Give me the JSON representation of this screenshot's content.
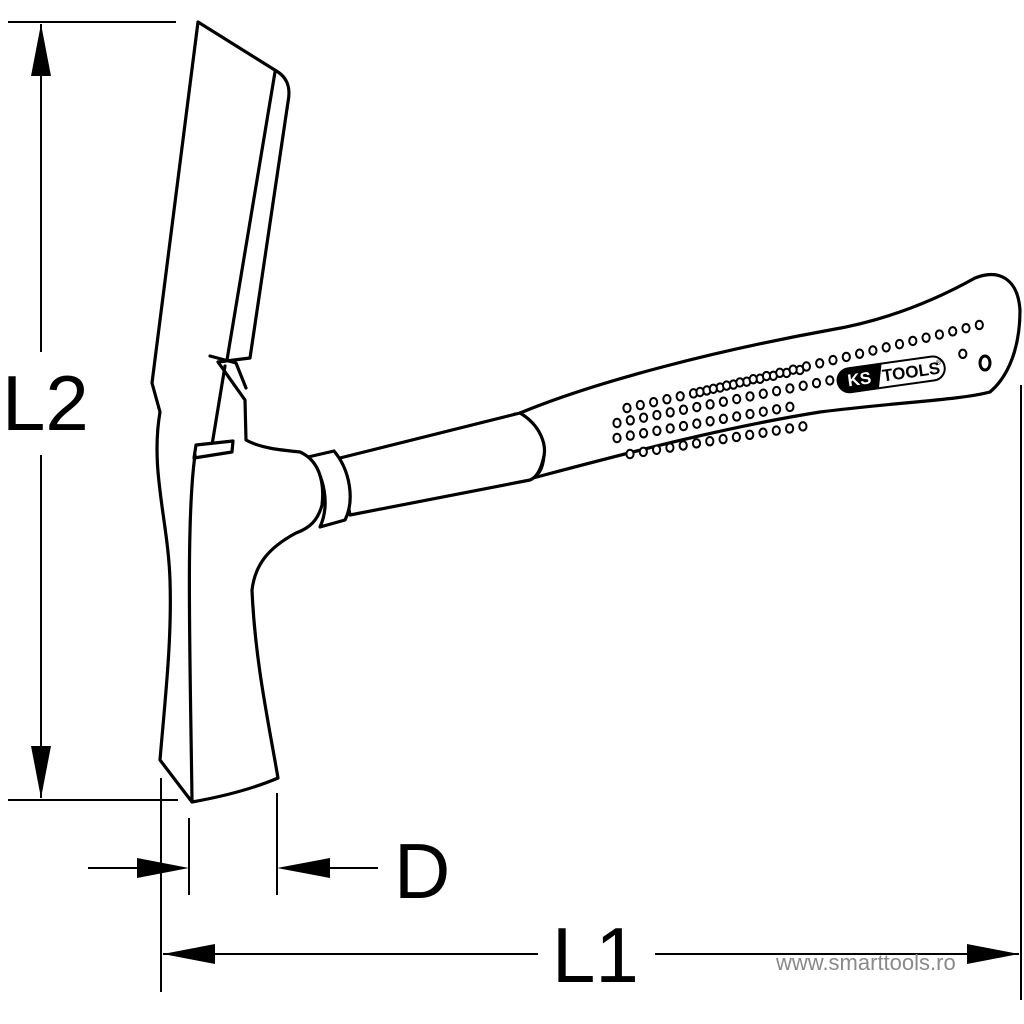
{
  "diagram": {
    "subject": "Bricklayer's hammer technical dimension drawing",
    "dimensions": {
      "l2_label": "L2",
      "l1_label": "L1",
      "d_label": "D"
    },
    "handle_logo": {
      "brand_left": "KS",
      "brand_right": "TOOLS",
      "registered_mark": "®"
    },
    "watermark": "www.smarttools.ro",
    "colors": {
      "line": "#000000",
      "background": "#ffffff",
      "watermark": "#8a8a8a"
    }
  }
}
